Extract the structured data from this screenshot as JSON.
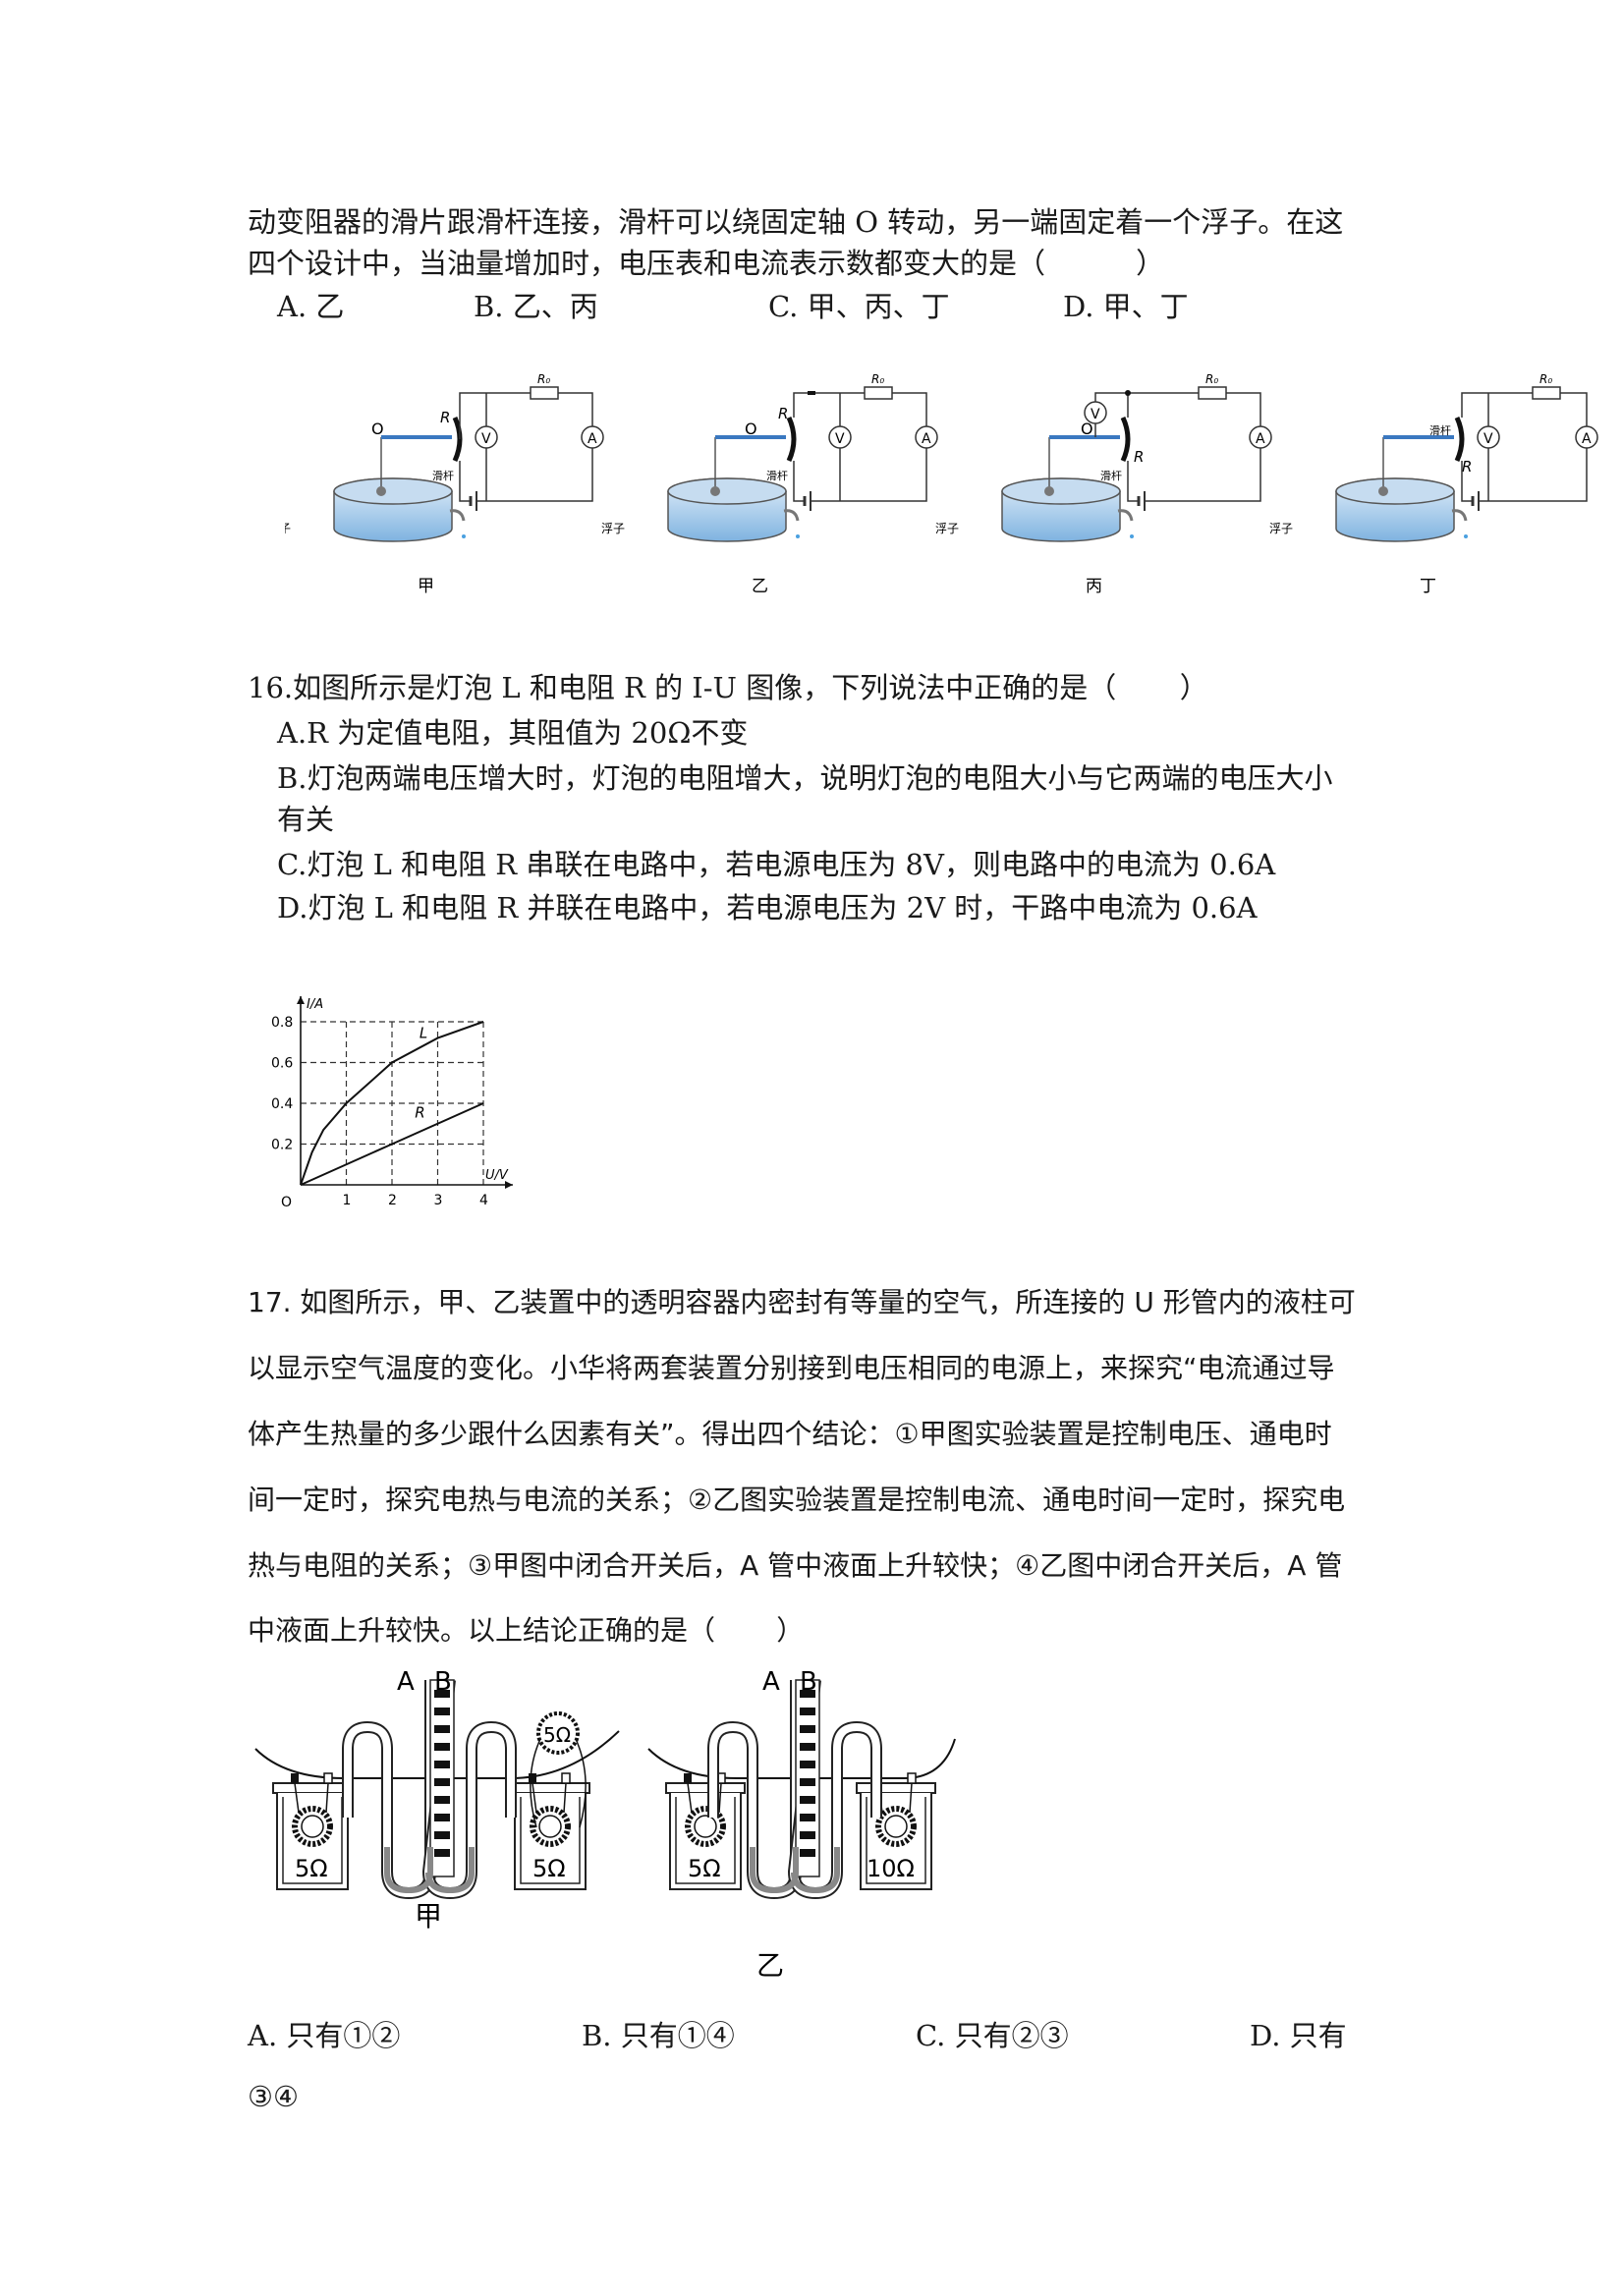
{
  "q15": {
    "line1": "动变阻器的滑片跟滑杆连接，滑杆可以绕固定轴 O 转动，另一端固定着一个浮子。在这",
    "line2": "四个设计中，当油量增加时，电压表和电流表示数都变大的是（          ）",
    "options": [
      "A. 乙",
      "B. 乙、丙",
      "C. 甲、丙、丁",
      "D. 甲、丁"
    ],
    "figure_labels": [
      "甲",
      "乙",
      "丙",
      "丁"
    ],
    "float_label": "浮子",
    "rod_label": "滑杆",
    "resistor_label": "R",
    "r0_label": "R₀",
    "pivot_label": "O",
    "voltmeter_symbol": "V",
    "ammeter_symbol": "A"
  },
  "q16": {
    "stem": "16.如图所示是灯泡 L 和电阻 R 的 I-U 图像，下列说法中正确的是（       ）",
    "optA": "A.R 为定值电阻，其阻值为 20Ω不变",
    "optB1": "B.灯泡两端电压增大时，灯泡的电阻增大，说明灯泡的电阻大小与它两端的电压大小",
    "optB2": "有关",
    "optC": "C.灯泡 L 和电阻 R 串联在电路中，若电源电压为 8V，则电路中的电流为 0.6A",
    "optD": "D.灯泡 L 和电阻 R 并联在电路中，若电源电压为 2V 时，干路中电流为 0.6A"
  },
  "chart_data": {
    "type": "line",
    "xlabel": "U/V",
    "ylabel": "I/A",
    "origin_label": "O",
    "xlim": [
      0,
      4
    ],
    "ylim": [
      0,
      0.8
    ],
    "xticks": [
      "1",
      "2",
      "3",
      "4"
    ],
    "yticks": [
      "0.2",
      "0.4",
      "0.6",
      "0.8"
    ],
    "grid": "dashed",
    "series": [
      {
        "name": "L",
        "x": [
          0,
          0.25,
          0.5,
          1,
          2,
          3,
          4
        ],
        "y": [
          0,
          0.16,
          0.27,
          0.4,
          0.6,
          0.72,
          0.8
        ]
      },
      {
        "name": "R",
        "x": [
          0,
          1,
          2,
          3,
          4
        ],
        "y": [
          0,
          0.1,
          0.2,
          0.3,
          0.4
        ]
      }
    ]
  },
  "q17": {
    "lines": [
      "17. 如图所示，甲、乙装置中的透明容器内密封有等量的空气，所连接的 U 形管内的液柱可",
      "以显示空气温度的变化。小华将两套装置分别接到电压相同的电源上，来探究“电流通过导",
      "体产生热量的多少跟什么因素有关”。得出四个结论：①甲图实验装置是控制电压、通电时",
      "间一定时，探究电热与电流的关系；②乙图实验装置是控制电流、通电时间一定时，探究电",
      "热与电阻的关系；③甲图中闭合开关后，A 管中液面上升较快；④乙图中闭合开关后，A 管",
      "中液面上升较快。以上结论正确的是（       ）"
    ],
    "figure_labels": [
      "甲",
      "乙"
    ],
    "tube_labels": [
      "A",
      "B"
    ],
    "jia_resistors": [
      "5Ω",
      "5Ω",
      "5Ω"
    ],
    "yi_resistors": [
      "5Ω",
      "10Ω"
    ],
    "options": [
      "A. 只有①②",
      "B. 只有①④",
      "C. 只有②③",
      "D. 只有"
    ],
    "option_d_cont": "③④"
  }
}
